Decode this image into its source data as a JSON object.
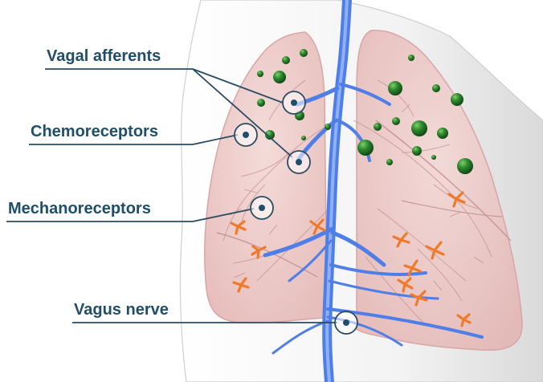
{
  "labels": {
    "vagal_afferents": "Vagal afferents",
    "chemoreceptors": "Chemoreceptors",
    "mechanoreceptors": "Mechanoreceptors",
    "vagus_nerve": "Vagus nerve"
  },
  "colors": {
    "label_text": "#1f4e6b",
    "leader_line": "#2a4c62",
    "marker_ring": "#ffffff",
    "marker_dot": "#1f4e6b",
    "nerve": "#4f7fe6",
    "chemoreceptor": "#2f7a2f",
    "mechanoreceptor": "#f07a2a",
    "lung_fill": "#e8bcbc",
    "skin": "#f2f2f2"
  },
  "legend_icons": [
    "chemoreceptor-sphere-icon",
    "mechanoreceptor-star-icon"
  ]
}
